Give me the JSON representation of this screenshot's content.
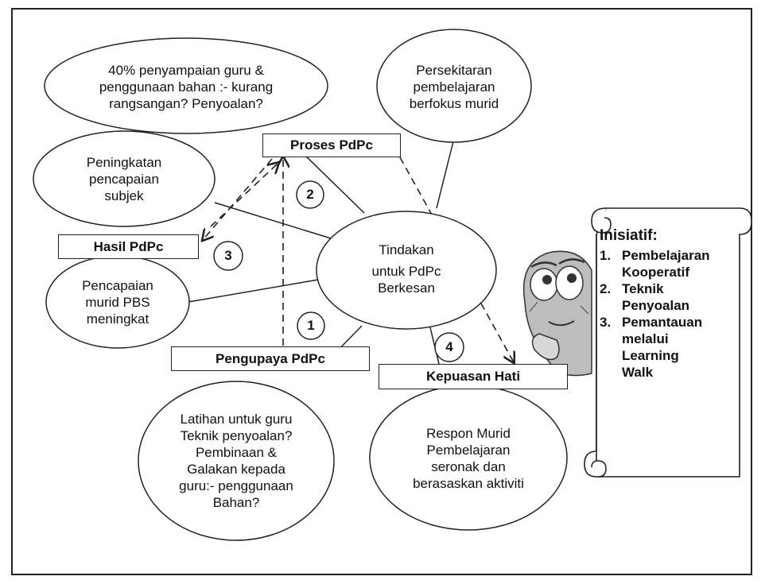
{
  "center": {
    "lines": [
      "Tindakan",
      "untuk PdPc",
      "Berkesan"
    ]
  },
  "boxes": {
    "proses": "Proses PdPc",
    "hasil": "Hasil PdPc",
    "pengupaya": "Pengupaya  PdPc",
    "kepuasan": "Kepuasan Hati"
  },
  "numbers": {
    "n1": "1",
    "n2": "2",
    "n3": "3",
    "n4": "4"
  },
  "ellipses": {
    "top_left": [
      "40% penyampaian guru   &",
      "penggunaan bahan :- kurang",
      "rangsangan? Penyoalan?"
    ],
    "top_right": [
      "Persekitaran",
      "pembelajaran",
      "berfokus murid"
    ],
    "left_upper": [
      "Peningkatan",
      "pencapaian",
      "subjek"
    ],
    "left_lower": [
      "Pencapaian",
      "murid PBS",
      "meningkat"
    ],
    "bottom_left": [
      "Latihan untuk guru",
      "Teknik penyoalan?",
      "Pembinaan &",
      "Galakan kepada",
      "guru:- penggunaan",
      "Bahan?"
    ],
    "bottom_right": [
      "Respon Murid",
      "Pembelajaran",
      "seronak dan",
      "berasaskan aktiviti"
    ]
  },
  "scroll": {
    "title": "Inisiatif:",
    "items": [
      {
        "n": "1.",
        "lines": [
          "Pembelajaran",
          "Kooperatif"
        ]
      },
      {
        "n": "2.",
        "lines": [
          "Teknik",
          "Penyoalan"
        ]
      },
      {
        "n": "3.",
        "lines": [
          "Pemantauan",
          "melalui",
          "Learning",
          "Walk"
        ]
      }
    ]
  },
  "colors": {
    "stroke": "#222222",
    "character_skin": "#b9b9b9",
    "character_dark": "#555555"
  }
}
